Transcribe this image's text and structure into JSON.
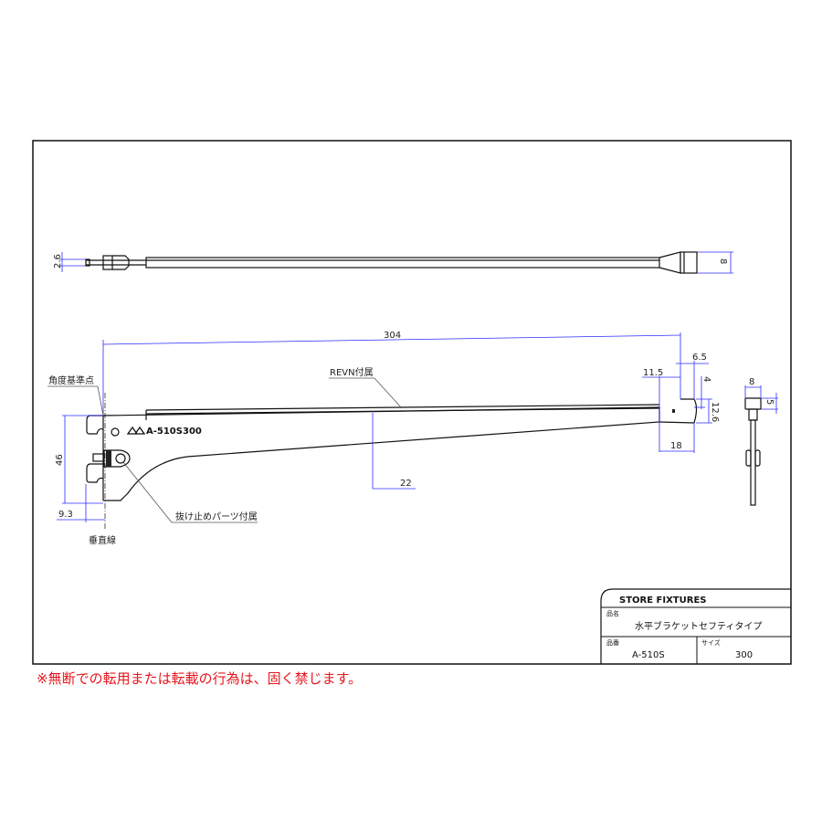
{
  "dimensions": {
    "top_width": "2.6",
    "top_end": "8",
    "length": "304",
    "tip_offset": "6.5",
    "tip_inner": "11.5",
    "tip_depth": "4",
    "tip_height": "12.6",
    "tip_length": "18",
    "arm_height": "22",
    "hook_height": "46",
    "hook_offset": "9.3",
    "end_width": "8",
    "end_height": "5"
  },
  "labels": {
    "angle_reference": "角度基準点",
    "revn": "REVN付属",
    "stopper": "抜け止めパーツ付属",
    "vertical_line": "垂直線",
    "stamp_model": "A-510S",
    "stamp_size": "300"
  },
  "title_block": {
    "company": "STORE FIXTURES",
    "name_label": "品名",
    "name_value": "水平ブラケットセフティタイプ",
    "code_label": "品番",
    "code_value": "A-510S",
    "size_label": "サイズ",
    "size_value": "300"
  },
  "warning": "※無断での転用または転載の行為は、固く禁じます。",
  "colors": {
    "dimension": "#2b2bff",
    "warning": "#e8141b"
  }
}
